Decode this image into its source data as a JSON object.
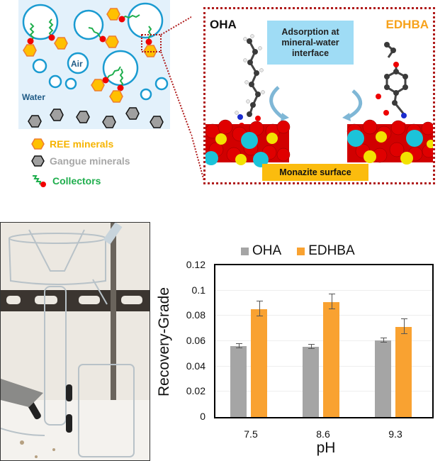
{
  "schematic": {
    "water_label": "Water",
    "air_label": "Air",
    "legend": [
      {
        "icon": "orange-hexagon-icon",
        "label": "REE minerals",
        "color": "#f6b400"
      },
      {
        "icon": "gray-hexagon-icon",
        "label": "Gangue minerals",
        "color": "#a7a7a7"
      },
      {
        "icon": "collector-squiggle-icon",
        "label": "Collectors",
        "color": "#1fae4d"
      }
    ]
  },
  "zoom_panel": {
    "left_molecule": "OHA",
    "right_molecule": "EDHBA",
    "center_label": "Adsorption at\nmineral-water\ninterface",
    "surface_label": "Monazite surface",
    "colors": {
      "border": "#b01c1c",
      "edhba": "#f7a21b",
      "box": "#9fdcf5",
      "surface": "#fbbc0e"
    }
  },
  "photo": {
    "description": "flotation cell glassware with beaker"
  },
  "chart_data": {
    "type": "bar",
    "title": "",
    "xlabel": "pH",
    "ylabel": "Recovery-Grade",
    "categories": [
      "7.5",
      "8.6",
      "9.3"
    ],
    "series": [
      {
        "name": "OHA",
        "color": "#a5a5a5",
        "values": [
          0.056,
          0.0555,
          0.0605
        ],
        "errors": [
          0.0015,
          0.0015,
          0.0015
        ]
      },
      {
        "name": "EDHBA",
        "color": "#f9a231",
        "values": [
          0.0855,
          0.091,
          0.0715
        ],
        "errors": [
          0.006,
          0.006,
          0.0058
        ]
      }
    ],
    "ylim": [
      0,
      0.12
    ],
    "yticks": [
      "0",
      "0.02",
      "0.04",
      "0.06",
      "0.08",
      "0.1",
      "0.12"
    ],
    "grid": true,
    "legend_position": "top"
  }
}
